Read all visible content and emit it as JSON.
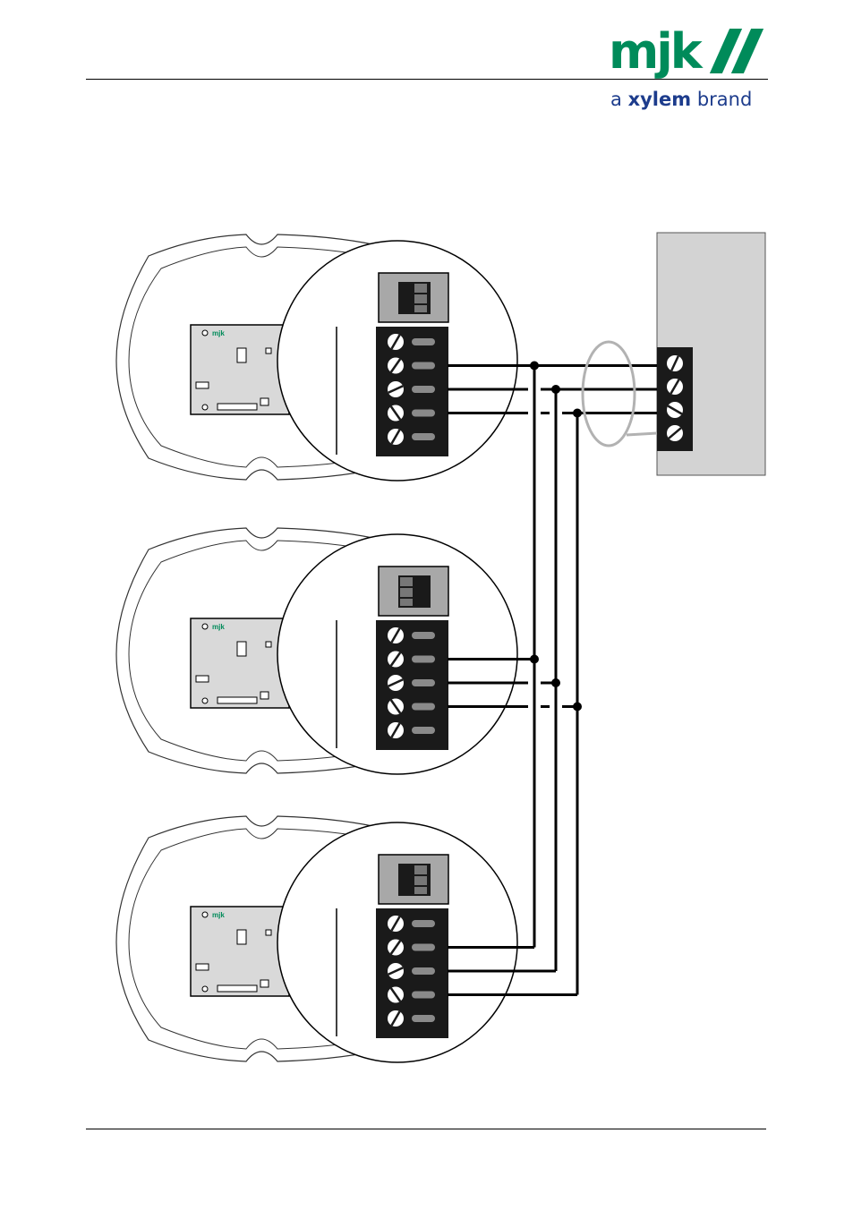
{
  "brand": {
    "mark": "mjk",
    "tagline_prefix": "a",
    "tagline_brand": "xylem",
    "tagline_suffix": "brand",
    "board_mark": "mjk",
    "color_green": "#008b5a",
    "color_blue": "#1d3c8c"
  },
  "diagram": {
    "devices": [
      {
        "id": "device-1",
        "dip_state": "right"
      },
      {
        "id": "device-2",
        "dip_state": "left"
      },
      {
        "id": "device-3",
        "dip_state": "right"
      }
    ],
    "device_terminal_count": 5,
    "master_terminal_count": 4,
    "bus_lines": 3,
    "colors": {
      "line": "#000000",
      "housing": "#333333",
      "board": "#d9d9d9",
      "terminal_block": "#1a1a1a",
      "master_panel": "#d3d3d3",
      "shield": "#b2b2b2"
    }
  }
}
